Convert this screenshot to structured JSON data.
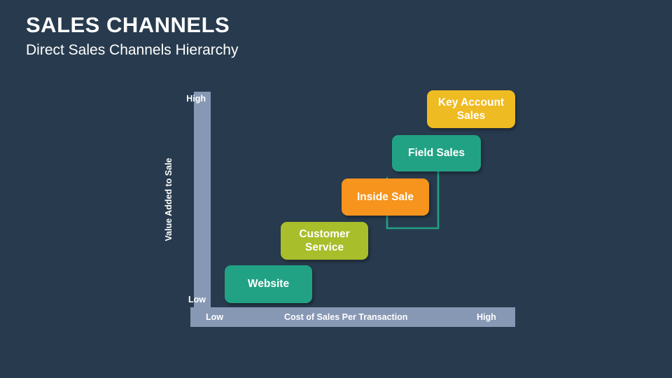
{
  "header": {
    "title": "SALES CHANNELS",
    "subtitle": "Direct Sales Channels Hierarchy"
  },
  "colors": {
    "background": "#283b4e",
    "axis": "#8798b4",
    "teal": "#22a284",
    "olive": "#a8be2a",
    "orange": "#f7941d",
    "gold": "#efbb22",
    "text": "#ffffff",
    "connector": "#22a284"
  },
  "chart_data": {
    "type": "scatter",
    "title": "SALES CHANNELS",
    "subtitle": "Direct Sales Channels Hierarchy",
    "xlabel": "Cost of Sales Per Transaction",
    "ylabel": "Value Added to Sale",
    "x_tick_labels": [
      "Low",
      "High"
    ],
    "y_tick_labels": [
      "Low",
      "High"
    ],
    "xlim": [
      "Low",
      "High"
    ],
    "ylim": [
      "Low",
      "High"
    ],
    "grid": false,
    "legend": false,
    "annotations": [
      {
        "type": "connector",
        "from": "Field Sales",
        "to": "Inside Sale",
        "arrow": "up",
        "color": "#22a284"
      }
    ],
    "points": [
      {
        "label": "Website",
        "x": 1,
        "y": 1,
        "color": "#22a284"
      },
      {
        "label": "Customer Service",
        "x": 2,
        "y": 2,
        "color": "#a8be2a"
      },
      {
        "label": "Inside Sale",
        "x": 3,
        "y": 3,
        "color": "#f7941d"
      },
      {
        "label": "Field Sales",
        "x": 4,
        "y": 4,
        "color": "#22a284"
      },
      {
        "label": "Key Account Sales",
        "x": 5,
        "y": 5,
        "color": "#efbb22"
      }
    ]
  },
  "axis": {
    "y_high": "High",
    "y_low": "Low",
    "y_title": "Value Added to Sale",
    "x_low": "Low",
    "x_title": "Cost of Sales Per Transaction",
    "x_high": "High"
  },
  "boxes": {
    "website": "Website",
    "customer_service": "Customer Service",
    "inside_sale": "Inside Sale",
    "field_sales": "Field Sales",
    "key_account_sales": "Key Account Sales"
  }
}
